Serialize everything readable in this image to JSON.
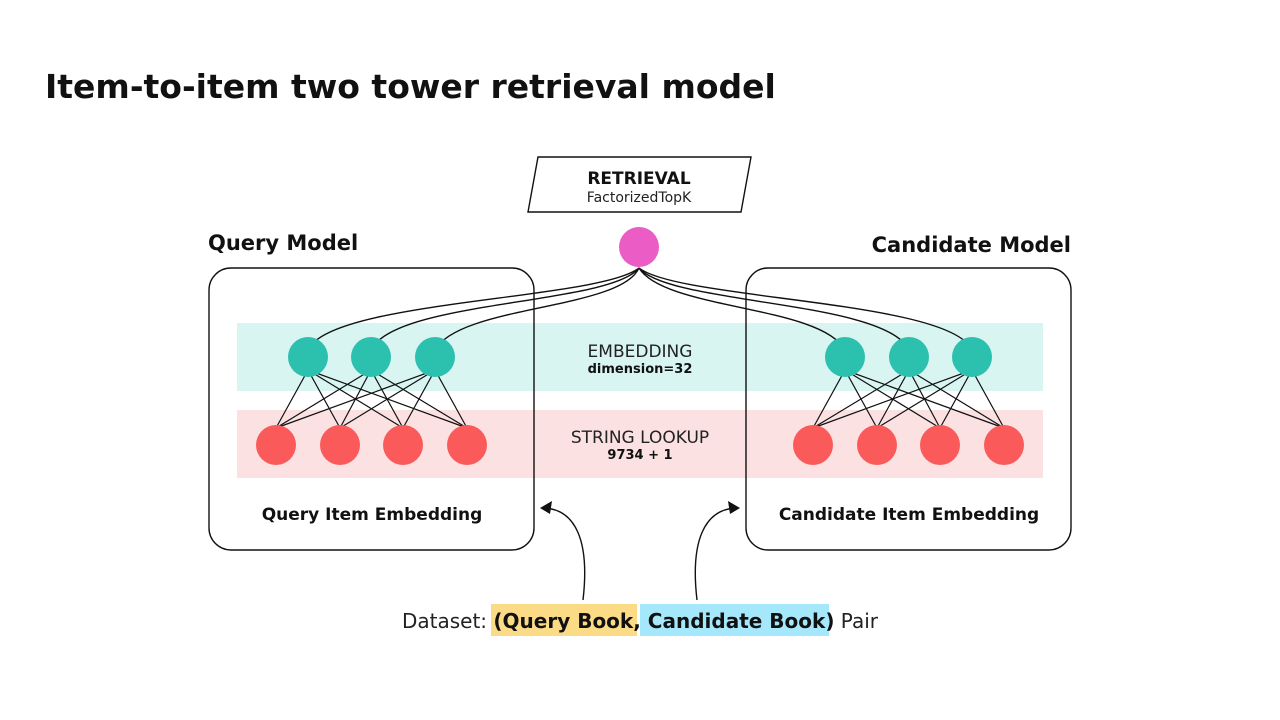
{
  "title": "Item-to-item two tower retrieval model",
  "retrieval": {
    "heading": "RETRIEVAL",
    "subheading": "FactorizedTopK"
  },
  "query_model": {
    "title": "Query Model",
    "caption": "Query Item Embedding"
  },
  "candidate_model": {
    "title": "Candidate Model",
    "caption": "Candidate Item Embedding"
  },
  "embedding_layer": {
    "label": "EMBEDDING",
    "detail": "dimension=32"
  },
  "lookup_layer": {
    "label": "STRING LOOKUP",
    "detail": "9734 + 1"
  },
  "dataset": {
    "prefix": "Dataset: ",
    "open_paren": "(",
    "query_book": "Query Book",
    "comma": ", ",
    "candidate_book": "Candidate Book",
    "close_paren": ")",
    "suffix": " Pair"
  },
  "colors": {
    "embedding_band": "#d8f5f2",
    "lookup_band": "#fbe1e1",
    "embedding_node": "#2cc0ae",
    "lookup_node": "#fb5a5a",
    "retrieval_node": "#ec5cc5",
    "query_highlight": "#fcdb86",
    "candidate_highlight": "#a6e8fb"
  },
  "icons": {
    "retrieval_node": "circle",
    "embedding_nodes": "circle",
    "lookup_nodes": "circle",
    "arrows": "curved-arrow"
  }
}
